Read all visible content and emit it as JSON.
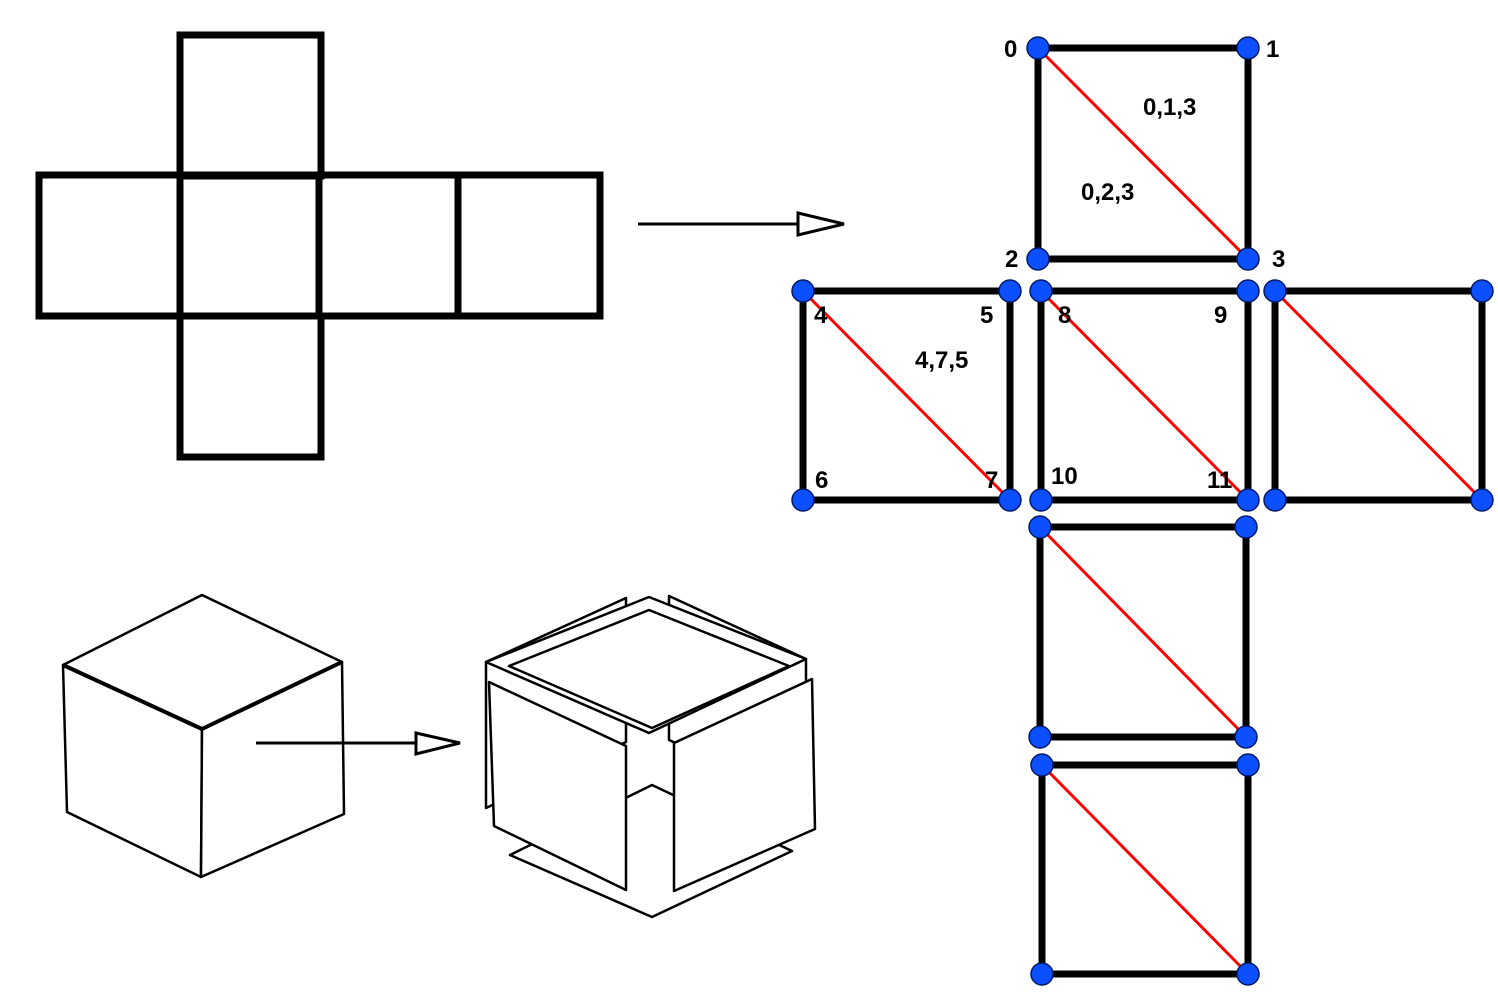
{
  "colors": {
    "stroke": "#000000",
    "diagonal": "#ff0000",
    "vertex": "#0b4fff",
    "fill": "#ffffff"
  },
  "vertex_labels": [
    "0",
    "1",
    "2",
    "3",
    "4",
    "5",
    "6",
    "7",
    "8",
    "9",
    "10",
    "11"
  ],
  "triangle_labels": [
    "0,1,3",
    "0,2,3",
    "4,7,5"
  ]
}
